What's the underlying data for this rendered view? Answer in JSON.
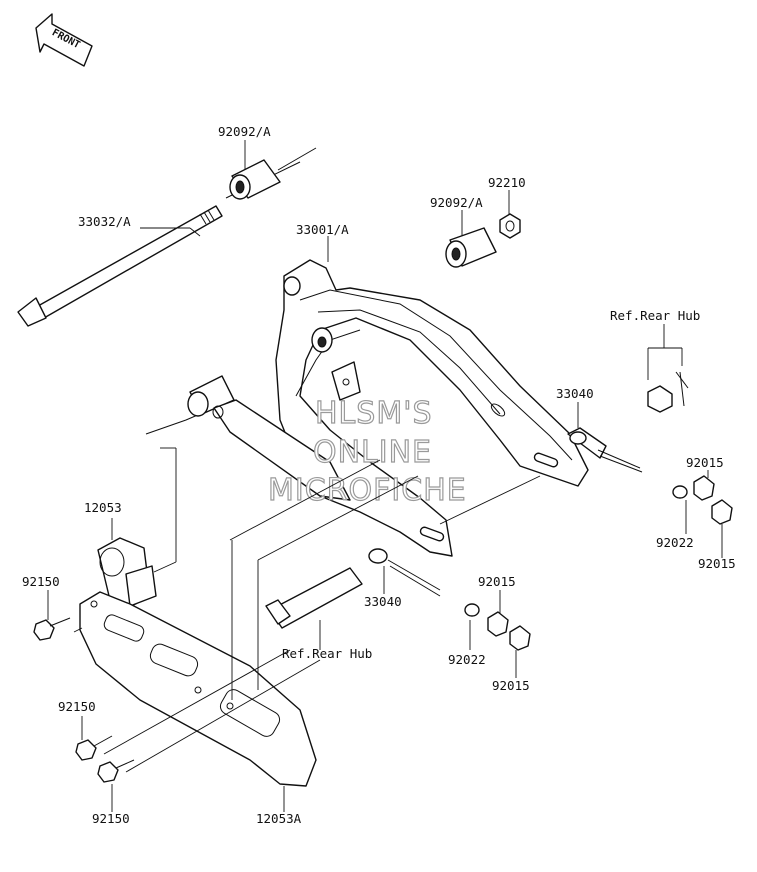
{
  "front_arrow": {
    "label": "FRONT"
  },
  "watermark": [
    "HLSM'S",
    "ONLINE",
    "MICROFICHE"
  ],
  "labels": [
    "92092/A",
    "33032/A",
    "33001/A",
    "92092/A",
    "92210",
    "Ref.Rear Hub",
    "33040",
    "92015",
    "92022",
    "92015",
    "12053",
    "92150",
    "33040",
    "92015",
    "Ref.Rear Hub",
    "92022",
    "92015",
    "92150",
    "92150",
    "12053A"
  ]
}
